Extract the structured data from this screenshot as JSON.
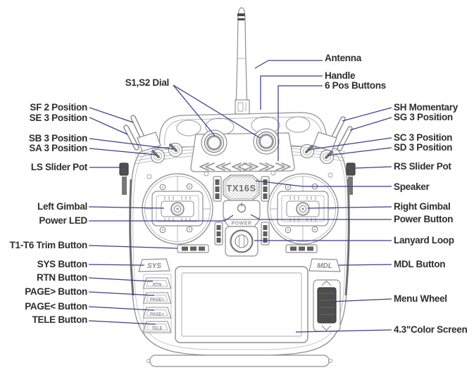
{
  "figure": {
    "colors": {
      "leader_line": "#3b3e8c",
      "label_text": "#2e2e2e",
      "line_art": "#8f8f8f",
      "wheel_fill": "#4d4d4d"
    }
  },
  "device": {
    "brand": "TX16S",
    "power_label": "POWER",
    "sys": "SYS",
    "mdl": "MDL",
    "rtn": "RTN",
    "page_fwd": "PAGE>",
    "page_back": "PAGE<",
    "tele": "TELE"
  },
  "callouts": {
    "s1s2": "S1,S2 Dial",
    "sf": "SF 2 Position",
    "se": "SE 3 Position",
    "sb": "SB 3 Position",
    "sa": "SA 3 Position",
    "ls": "LS Slider Pot",
    "left_gimbal": "Left Gimbal",
    "power_led": "Power LED",
    "trim": "T1-T6 Trim Button",
    "sys": "SYS Button",
    "rtn": "RTN Button",
    "page_next": "PAGE> Button",
    "page_prev": "PAGE< Button",
    "tele": "TELE Button",
    "antenna": "Antenna",
    "handle": "Handle",
    "six_pos": "6 Pos Buttons",
    "sh": "SH Momentary",
    "sg": "SG 3 Position",
    "sc": "SC 3 Position",
    "sd": "SD 3 Position",
    "rs": "RS Slider Pot",
    "speaker": "Speaker",
    "right_gimbal": "Right Gimbal",
    "power_button": "Power Button",
    "lanyard": "Lanyard Loop",
    "mdl": "MDL Button",
    "menu_wheel": "Menu Wheel",
    "screen": "4.3\"Color Screen"
  }
}
